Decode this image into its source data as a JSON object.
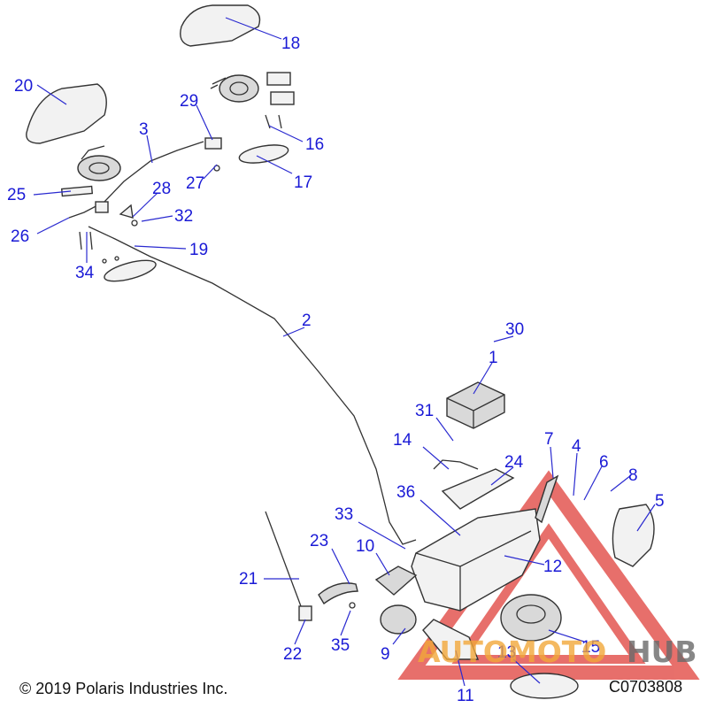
{
  "callouts": [
    {
      "id": "1",
      "label": "1"
    },
    {
      "id": "2",
      "label": "2"
    },
    {
      "id": "3",
      "label": "3"
    },
    {
      "id": "4",
      "label": "4"
    },
    {
      "id": "5",
      "label": "5"
    },
    {
      "id": "6",
      "label": "6"
    },
    {
      "id": "7",
      "label": "7"
    },
    {
      "id": "8",
      "label": "8"
    },
    {
      "id": "9",
      "label": "9"
    },
    {
      "id": "10",
      "label": "10"
    },
    {
      "id": "11",
      "label": "11"
    },
    {
      "id": "12",
      "label": "12"
    },
    {
      "id": "13",
      "label": "13"
    },
    {
      "id": "14",
      "label": "14"
    },
    {
      "id": "15",
      "label": "15"
    },
    {
      "id": "16",
      "label": "16"
    },
    {
      "id": "17",
      "label": "17"
    },
    {
      "id": "18",
      "label": "18"
    },
    {
      "id": "19",
      "label": "19"
    },
    {
      "id": "20",
      "label": "20"
    },
    {
      "id": "21",
      "label": "21"
    },
    {
      "id": "22",
      "label": "22"
    },
    {
      "id": "23",
      "label": "23"
    },
    {
      "id": "24",
      "label": "24"
    },
    {
      "id": "25",
      "label": "25"
    },
    {
      "id": "26",
      "label": "26"
    },
    {
      "id": "27",
      "label": "27"
    },
    {
      "id": "28",
      "label": "28"
    },
    {
      "id": "29",
      "label": "29"
    },
    {
      "id": "30",
      "label": "30"
    },
    {
      "id": "31",
      "label": "31"
    },
    {
      "id": "32",
      "label": "32"
    },
    {
      "id": "33",
      "label": "33"
    },
    {
      "id": "34",
      "label": "34"
    },
    {
      "id": "35",
      "label": "35"
    },
    {
      "id": "36",
      "label": "36"
    }
  ],
  "footer": {
    "copyright": "© 2019 Polaris Industries Inc.",
    "diagram_code": "C0703808"
  },
  "watermark": {
    "text_part1": "AUTOMOTO",
    "text_part2": "HUB"
  },
  "colors": {
    "callout": "#1a1ad6",
    "watermark_red": "#e0403a",
    "watermark_orange": "#f2a83a",
    "watermark_gray": "#6a6a6a"
  }
}
